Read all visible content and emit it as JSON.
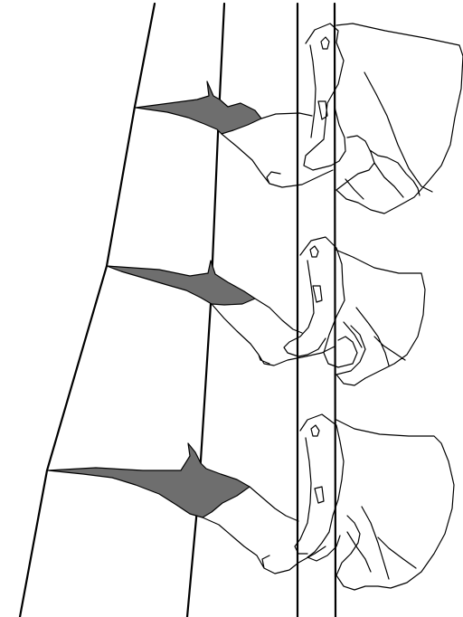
{
  "colors": {
    "background": "#ffffff",
    "line": "#000000",
    "shaded_region": "#6e6e6e"
  },
  "diagram": {
    "reference_lines": [
      "line-1",
      "line-2",
      "line-3",
      "line-4"
    ],
    "figures": [
      "upper",
      "middle",
      "lower"
    ]
  }
}
